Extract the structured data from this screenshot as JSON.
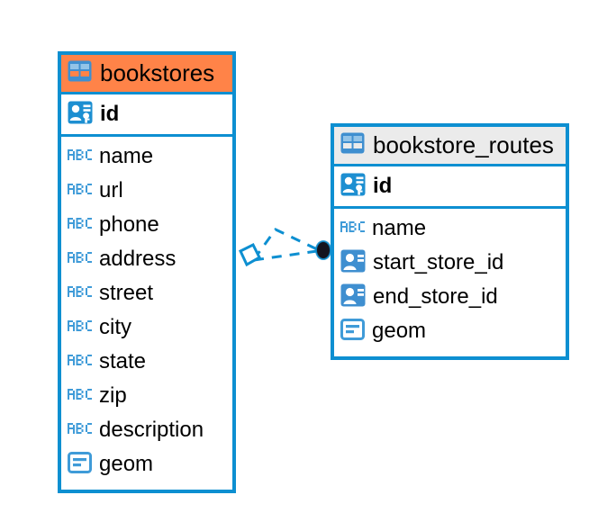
{
  "diagram": {
    "type": "entity-relationship-diagram",
    "background_color": "#ffffff",
    "accent_color": "#0d8fd1",
    "highlight_color": "#ff8348",
    "header_grey": "#ebebeb"
  },
  "entities": [
    {
      "name": "bookstores",
      "header_style": "orange",
      "primary_key": {
        "label": "id",
        "icon": "primary-key-icon"
      },
      "fields": [
        {
          "label": "name",
          "icon": "abc-text-icon"
        },
        {
          "label": "url",
          "icon": "abc-text-icon"
        },
        {
          "label": "phone",
          "icon": "abc-text-icon"
        },
        {
          "label": "address",
          "icon": "abc-text-icon"
        },
        {
          "label": "street",
          "icon": "abc-text-icon"
        },
        {
          "label": "city",
          "icon": "abc-text-icon"
        },
        {
          "label": "state",
          "icon": "abc-text-icon"
        },
        {
          "label": "zip",
          "icon": "abc-text-icon"
        },
        {
          "label": "description",
          "icon": "abc-text-icon"
        },
        {
          "label": "geom",
          "icon": "geometry-icon"
        }
      ]
    },
    {
      "name": "bookstore_routes",
      "header_style": "grey",
      "primary_key": {
        "label": "id",
        "icon": "primary-key-icon"
      },
      "fields": [
        {
          "label": "name",
          "icon": "abc-text-icon"
        },
        {
          "label": "start_store_id",
          "icon": "foreign-key-icon"
        },
        {
          "label": "end_store_id",
          "icon": "foreign-key-icon"
        },
        {
          "label": "geom",
          "icon": "geometry-icon"
        }
      ]
    }
  ],
  "relationship": {
    "style": "dashed",
    "color": "#0d8fd1",
    "source_marker": "diamond-outline",
    "target_marker": "filled-circle",
    "target_marker_color": "#14141e"
  }
}
